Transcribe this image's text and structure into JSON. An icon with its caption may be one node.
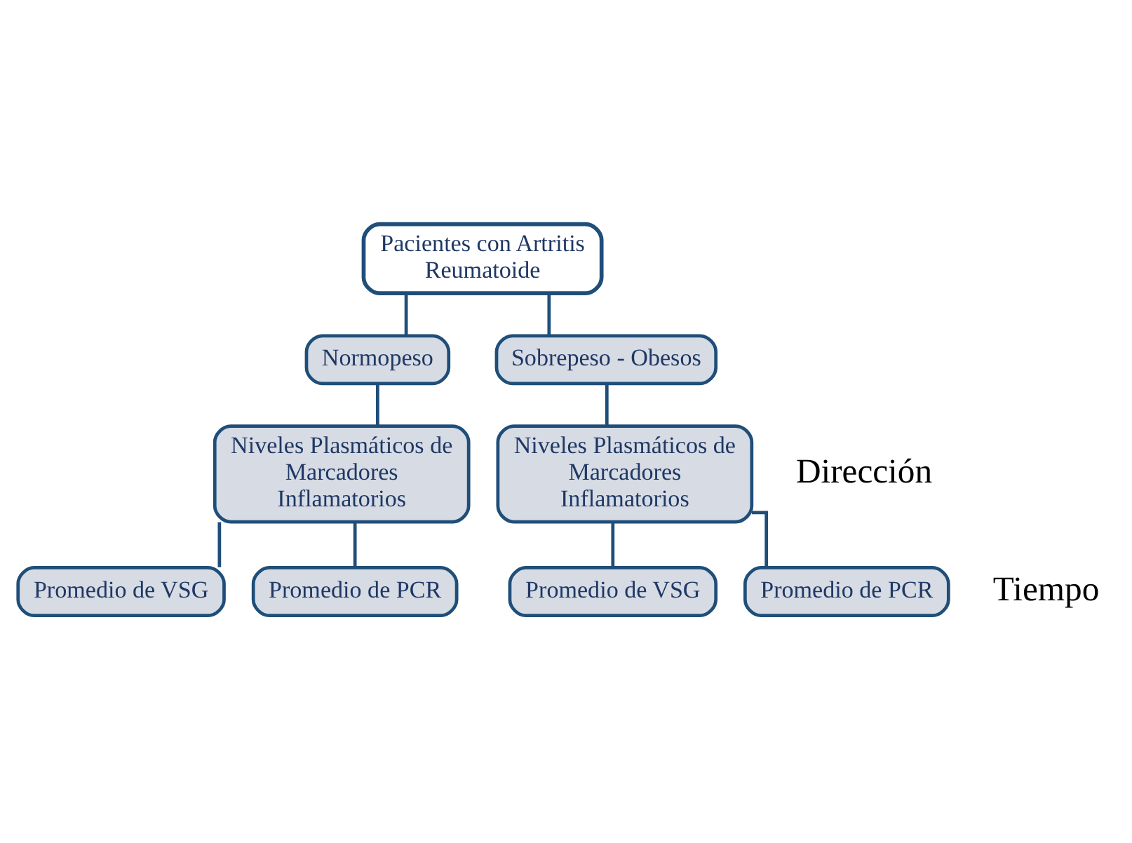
{
  "diagram": {
    "nodes": [
      {
        "text": [
          "Pacientes con Artritis Reumatoide"
        ]
      },
      {
        "text": [
          "Normopeso"
        ]
      },
      {
        "text": [
          "Sobrepeso - Obesos"
        ]
      },
      {
        "text": [
          "Niveles Plasmáticos de Marcadores Inflamatorios"
        ]
      },
      {
        "text": [
          "Niveles Plasmáticos de Marcadores Inflamatorios"
        ]
      },
      {
        "text": [
          "Promedio de VSG"
        ]
      },
      {
        "text": [
          "Promedio de PCR"
        ]
      },
      {
        "text": [
          "Promedio de VSG"
        ]
      },
      {
        "text": [
          "Promedio de PCR"
        ]
      }
    ],
    "edges": [
      {
        "from": 0,
        "to": 1,
        "arrow": "none"
      },
      {
        "from": 0,
        "to": 2,
        "arrow": "none"
      },
      {
        "from": 1,
        "to": 3,
        "arrow": "none"
      },
      {
        "from": 2,
        "to": 4,
        "arrow": "none"
      },
      {
        "from": 3,
        "to": 5,
        "arrow": "none"
      },
      {
        "from": 3,
        "to": 6,
        "arrow": "none"
      },
      {
        "from": 4,
        "to": 7,
        "arrow": "none"
      },
      {
        "from": 4,
        "to": 8,
        "arrow": "none"
      }
    ],
    "labels": [
      "Dirección",
      "Tiempo"
    ]
  }
}
